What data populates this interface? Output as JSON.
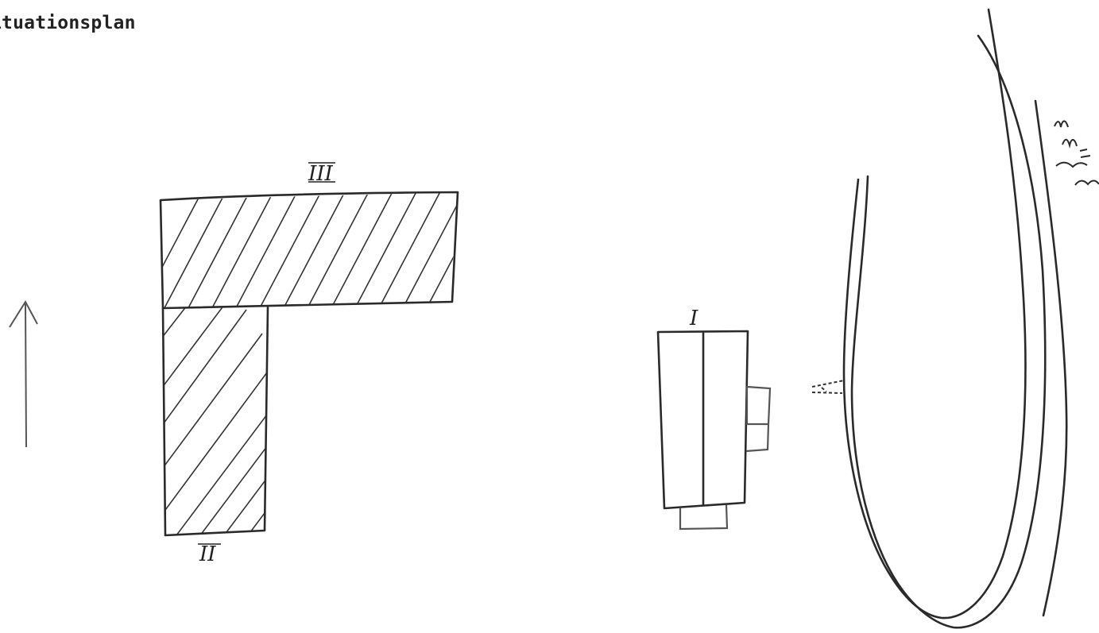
{
  "title": "ituationsplan",
  "labels": {
    "building_1": "I",
    "building_2": "II",
    "building_3": "III"
  },
  "icons": {
    "north_arrow": "north-arrow",
    "vegetation": "grass-symbol",
    "river": "river-bend"
  },
  "colors": {
    "ink": "#2a2a2a",
    "background": "#ffffff"
  }
}
